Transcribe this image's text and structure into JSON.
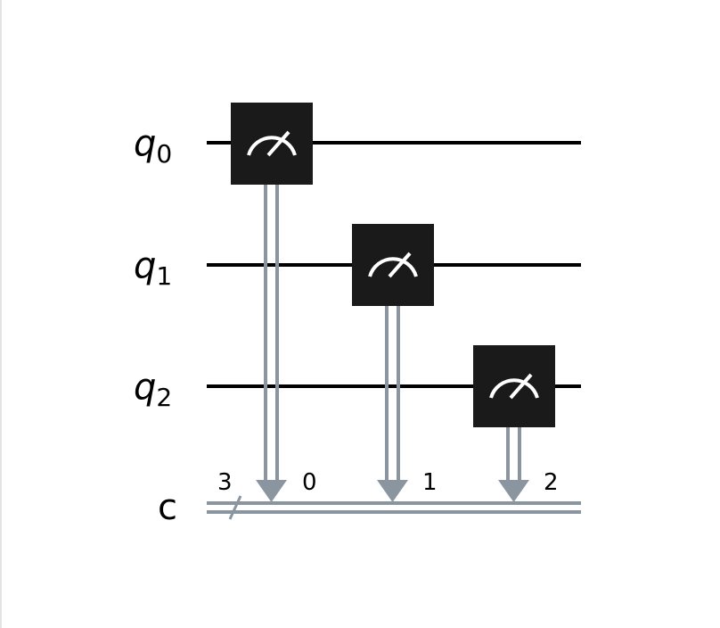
{
  "circuit": {
    "qubits": [
      {
        "name": "q",
        "index": "0"
      },
      {
        "name": "q",
        "index": "1"
      },
      {
        "name": "q",
        "index": "2"
      }
    ],
    "classical_register": {
      "name": "c",
      "size": "3"
    },
    "measurements": [
      {
        "qubit": 0,
        "bit": "0"
      },
      {
        "qubit": 1,
        "bit": "1"
      },
      {
        "qubit": 2,
        "bit": "2"
      }
    ],
    "gate_icon": "meter-icon",
    "colors": {
      "wire": "#000000",
      "gate_fill": "#1a1a1a",
      "gate_symbol": "#ffffff",
      "classical": "#8a95a0"
    }
  }
}
